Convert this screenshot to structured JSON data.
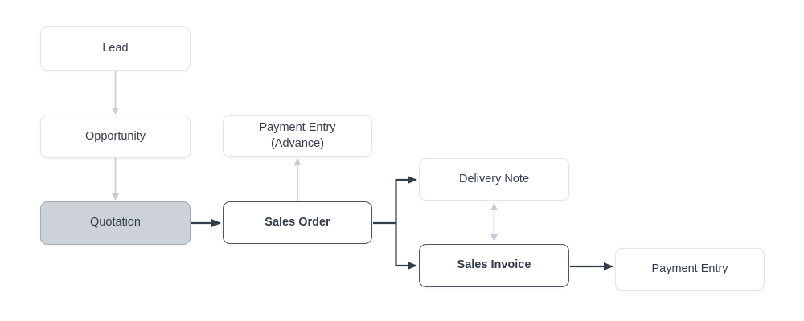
{
  "colors": {
    "canvas_bg": "#ffffff",
    "node_fill": "#ffffff",
    "node_border": "#e3e6ea",
    "node_border_strong": "#4d5765",
    "highlight_fill": "#ccd2d8",
    "highlight_border": "#a3abb5",
    "text": "#333d49",
    "arrow_dark": "#333d49",
    "arrow_gray": "#c8cdd5"
  },
  "nodes": {
    "lead": {
      "label": "Lead"
    },
    "opportunity": {
      "label": "Opportunity"
    },
    "quotation": {
      "label": "Quotation"
    },
    "payment_entry_advance": {
      "label": "Payment Entry\n(Advance)"
    },
    "sales_order": {
      "label": "Sales Order"
    },
    "delivery_note": {
      "label": "Delivery Note"
    },
    "sales_invoice": {
      "label": "Sales Invoice"
    },
    "payment_entry": {
      "label": "Payment Entry"
    }
  },
  "edges": [
    {
      "from": "lead",
      "to": "opportunity",
      "style": "muted",
      "arrow": "forward"
    },
    {
      "from": "opportunity",
      "to": "quotation",
      "style": "muted",
      "arrow": "forward"
    },
    {
      "from": "quotation",
      "to": "sales_order",
      "style": "strong",
      "arrow": "forward"
    },
    {
      "from": "sales_order",
      "to": "payment_entry_advance",
      "style": "muted",
      "arrow": "forward"
    },
    {
      "from": "sales_order",
      "to": "delivery_note",
      "style": "strong",
      "arrow": "forward"
    },
    {
      "from": "sales_order",
      "to": "sales_invoice",
      "style": "strong",
      "arrow": "forward"
    },
    {
      "from": "delivery_note",
      "to": "sales_invoice",
      "style": "muted",
      "arrow": "both"
    },
    {
      "from": "sales_invoice",
      "to": "payment_entry",
      "style": "strong",
      "arrow": "forward"
    }
  ]
}
